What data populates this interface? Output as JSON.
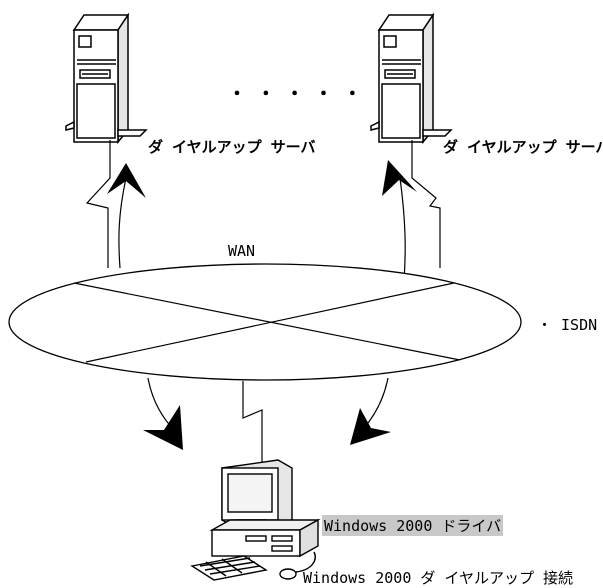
{
  "servers": [
    {
      "label": "ダ イヤルアップ サーバ"
    },
    {
      "label": "ダ イヤルアップ サーバ"
    }
  ],
  "ellipsis": "・ ・ ・ ・ ・",
  "network": {
    "wan_label": "WAN",
    "isdn_label": "・ ISDN"
  },
  "client": {
    "driver_label": "Windows 2000 ドライバ",
    "dialup_label": "Windows 2000 ダ イヤルアップ 接続"
  }
}
